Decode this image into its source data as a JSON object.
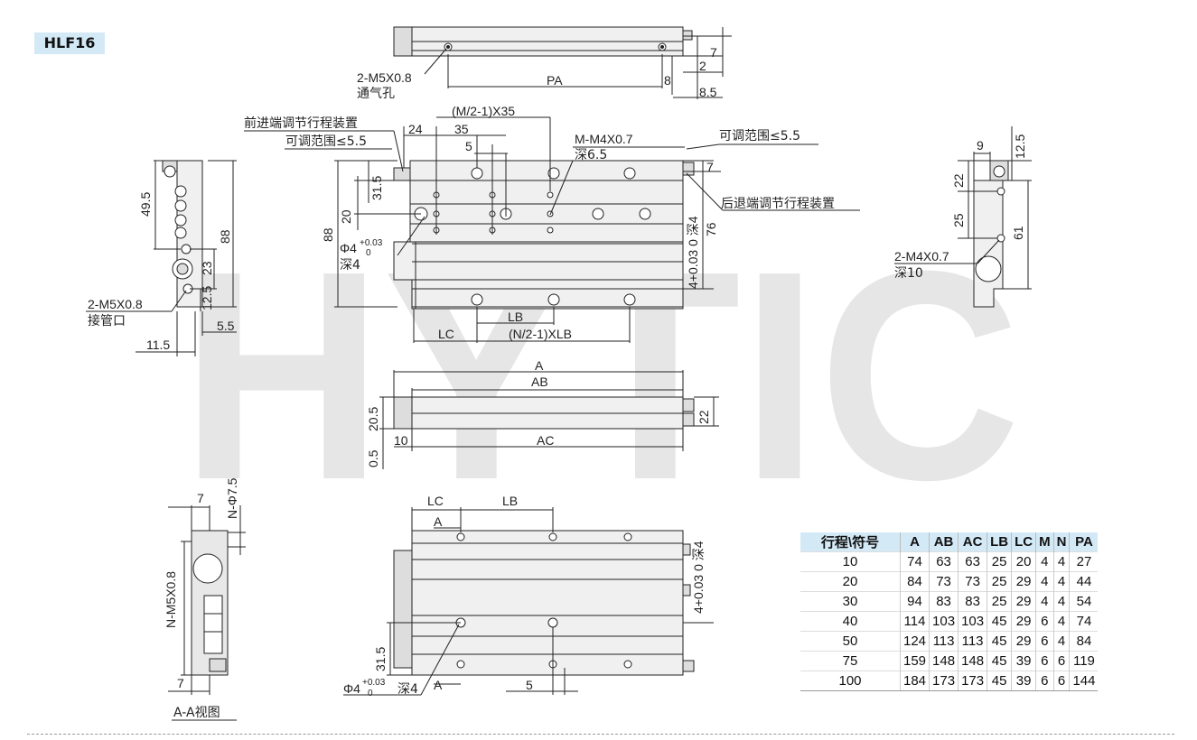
{
  "model_tag": "HLF16",
  "watermark": "HYTIC",
  "top_view": {
    "port_label": "2-M5X0.8",
    "port_note": "通气孔",
    "dims": [
      "PA",
      "8",
      "8.5",
      "7",
      "2"
    ]
  },
  "front_view": {
    "dims": {
      "d24": "24",
      "m2x35": "(M/2-1)X35",
      "d35": "35",
      "d5": "5",
      "d31_5": "31.5",
      "d20": "20",
      "d88": "88",
      "d76": "76",
      "d7": "7",
      "lb": "LB",
      "lc": "LC",
      "nlb": "(N/2-1)XLB"
    },
    "labels": {
      "front_adj": "前进端调节行程装置",
      "adj_range_left": "可调范围≤5.5",
      "adj_range_right": "可调范围≤5.5",
      "thread": "M-M4X0.7",
      "thread_depth": "深6.5",
      "back_adj": "后退端调节行程装置",
      "phi": "Φ4",
      "tol_up": "+0.03",
      "tol_low": "0",
      "depth4": "深4",
      "right_vert": "4+0.03 0 深4"
    }
  },
  "left_view": {
    "dims": [
      "49.5",
      "88",
      "23",
      "12.5",
      "5.5",
      "11.5"
    ],
    "port_label": "2-M5X0.8",
    "port_note": "接管口"
  },
  "right_view": {
    "dims": [
      "9",
      "12.5",
      "22",
      "25",
      "61"
    ],
    "thread_label": "2-M4X0.7",
    "thread_note": "深10"
  },
  "side_view": {
    "dims": [
      "A",
      "AB",
      "AC",
      "10",
      "20.5",
      "0.5",
      "22"
    ]
  },
  "section_view": {
    "dims": [
      "7",
      "7",
      "N-Φ7.5",
      "N-M5X0.8"
    ],
    "caption": "A-A视图"
  },
  "bottom_view": {
    "dims": [
      "LC",
      "LB",
      "A",
      "A",
      "31.5",
      "5"
    ],
    "phi": "Φ4",
    "tol_up": "+0.03",
    "tol_low": "0",
    "depth": "深4",
    "right_vert": "4+0.03 0 深4"
  },
  "spec_table": {
    "headers": [
      "行程\\符号",
      "A",
      "AB",
      "AC",
      "LB",
      "LC",
      "M",
      "N",
      "PA"
    ],
    "rows": [
      [
        "10",
        "74",
        "63",
        "63",
        "25",
        "20",
        "4",
        "4",
        "27"
      ],
      [
        "20",
        "84",
        "73",
        "73",
        "25",
        "29",
        "4",
        "4",
        "44"
      ],
      [
        "30",
        "94",
        "83",
        "83",
        "25",
        "29",
        "4",
        "4",
        "54"
      ],
      [
        "40",
        "114",
        "103",
        "103",
        "45",
        "29",
        "6",
        "4",
        "74"
      ],
      [
        "50",
        "124",
        "113",
        "113",
        "45",
        "29",
        "6",
        "4",
        "84"
      ],
      [
        "75",
        "159",
        "148",
        "148",
        "45",
        "39",
        "6",
        "6",
        "119"
      ],
      [
        "100",
        "184",
        "173",
        "173",
        "45",
        "39",
        "6",
        "6",
        "144"
      ]
    ]
  }
}
